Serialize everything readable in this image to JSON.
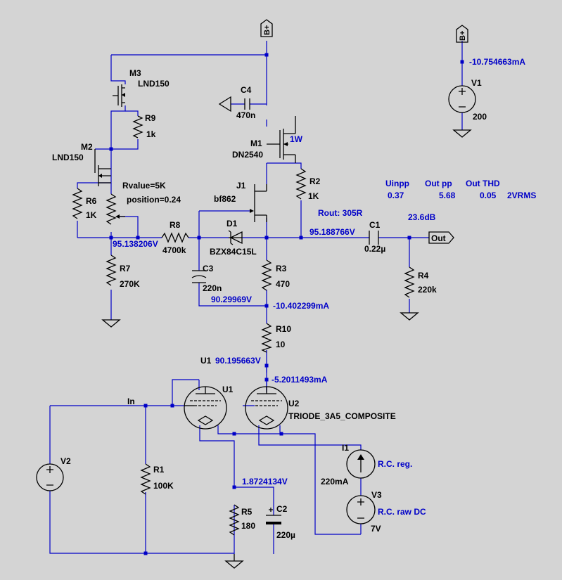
{
  "components": {
    "m3": {
      "ref": "M3",
      "model": "LND150"
    },
    "r9": {
      "ref": "R9",
      "value": "1k"
    },
    "m2": {
      "ref": "M2",
      "model": "LND150"
    },
    "r6": {
      "ref": "R6",
      "value": "1K"
    },
    "pot": {
      "line1": "Rvalue=5K",
      "line2": "position=0.24"
    },
    "r7": {
      "ref": "R7",
      "value": "270K"
    },
    "r8": {
      "ref": "R8",
      "value": "4700k"
    },
    "c4": {
      "ref": "C4",
      "value": "470n"
    },
    "m1": {
      "ref": "M1",
      "model": "DN2540",
      "note": "1W"
    },
    "j1": {
      "ref": "J1",
      "model": "bf862"
    },
    "r2": {
      "ref": "R2",
      "value": "1K"
    },
    "d1": {
      "ref": "D1",
      "model": "BZX84C15L"
    },
    "c3": {
      "ref": "C3",
      "value": "220n"
    },
    "r3": {
      "ref": "R3",
      "value": "470"
    },
    "c1": {
      "ref": "C1",
      "value": "0.22µ"
    },
    "r4": {
      "ref": "R4",
      "value": "220k"
    },
    "r10": {
      "ref": "R10",
      "value": "10"
    },
    "u1": {
      "ref": "U1",
      "label": "U1"
    },
    "u2": {
      "ref": "U2",
      "model": "TRIODE_3A5_COMPOSITE"
    },
    "r1": {
      "ref": "R1",
      "value": "100K"
    },
    "r5": {
      "ref": "R5",
      "value": "180"
    },
    "c2": {
      "ref": "C2",
      "value": "220µ"
    },
    "v1": {
      "ref": "V1",
      "value": "200"
    },
    "v2": {
      "ref": "V2"
    },
    "i1": {
      "ref": "I1",
      "value": "220mA",
      "desc": "R.C. reg."
    },
    "v3": {
      "ref": "V3",
      "value": "7V",
      "desc": "R.C. raw DC"
    }
  },
  "nets": {
    "bplus": "B+",
    "in": "In",
    "out": "Out"
  },
  "measurements": {
    "v1_current": "-10.754663mA",
    "gate_voltage": "95.138206V",
    "out_node_voltage": "95.188766V",
    "c3_node_voltage": "90.29969V",
    "r3_current": "-10.402299mA",
    "u1_plate_voltage": "90.195663V",
    "u2_current": "-5.2011493mA",
    "cathode_voltage": "1.8724134V",
    "rout": "Rout: 305R",
    "gain": "23.6dB"
  },
  "results": {
    "headers": [
      "Uinpp",
      "Out pp",
      "Out THD"
    ],
    "values": [
      "0.37",
      "5.68",
      "0.05"
    ],
    "note": "2VRMS"
  }
}
